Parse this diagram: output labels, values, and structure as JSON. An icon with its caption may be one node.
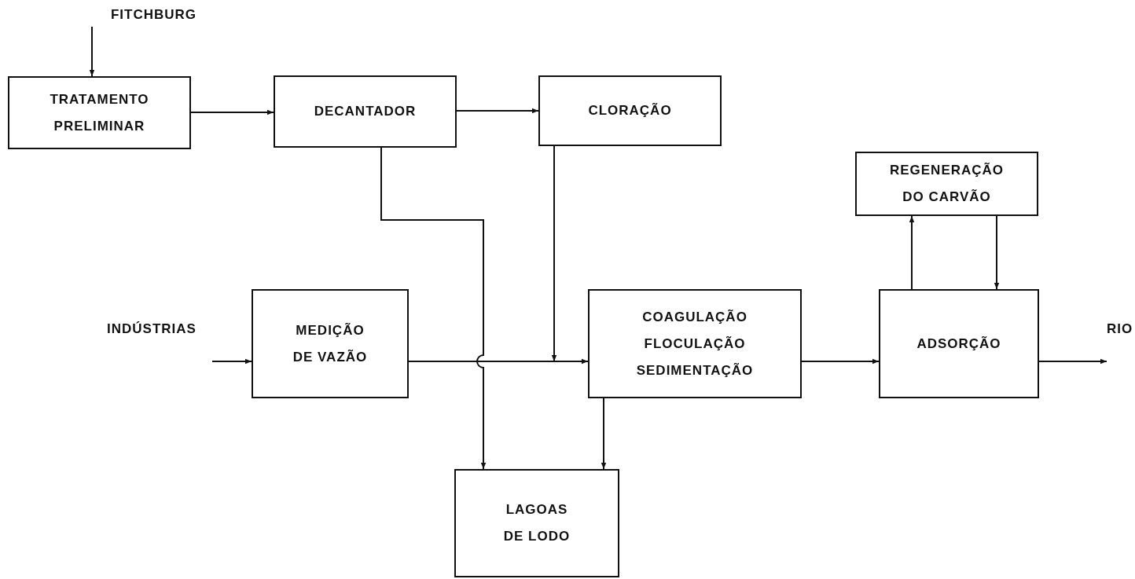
{
  "diagram": {
    "nodes": [
      {
        "text": [
          "FITCHBURG"
        ]
      },
      {
        "text": [
          "TRATAMENTO PRELIMINAR"
        ]
      },
      {
        "text": [
          "DECANTADOR"
        ]
      },
      {
        "text": [
          "CLORAÇÃO"
        ]
      },
      {
        "text": [
          "REGENERAÇÃO DO CARVÃO"
        ]
      },
      {
        "text": [
          "INDÚSTRIAS"
        ]
      },
      {
        "text": [
          "MEDIÇÃO DE VAZÃO"
        ]
      },
      {
        "text": [
          "COAGULAÇÃO FLOCULAÇÃO SEDIMENTAÇÃO"
        ]
      },
      {
        "text": [
          "ADSORÇÃO"
        ]
      },
      {
        "text": [
          "RIO"
        ]
      },
      {
        "text": [
          "LAGOAS DE LODO"
        ]
      }
    ],
    "edges": [
      {
        "from": 0,
        "to": 1,
        "arrow": "to"
      },
      {
        "from": 1,
        "to": 2,
        "arrow": "to"
      },
      {
        "from": 2,
        "to": 3,
        "arrow": "to"
      },
      {
        "from": 2,
        "to": 10,
        "arrow": "to"
      },
      {
        "from": 3,
        "to": 7,
        "arrow": "to"
      },
      {
        "from": 5,
        "to": 6,
        "arrow": "to"
      },
      {
        "from": 6,
        "to": 7,
        "arrow": "to"
      },
      {
        "from": 7,
        "to": 10,
        "arrow": "to"
      },
      {
        "from": 7,
        "to": 8,
        "arrow": "to"
      },
      {
        "from": 8,
        "to": 4,
        "arrow": "to"
      },
      {
        "from": 4,
        "to": 8,
        "arrow": "to"
      },
      {
        "from": 8,
        "to": 9,
        "arrow": "to"
      }
    ]
  }
}
